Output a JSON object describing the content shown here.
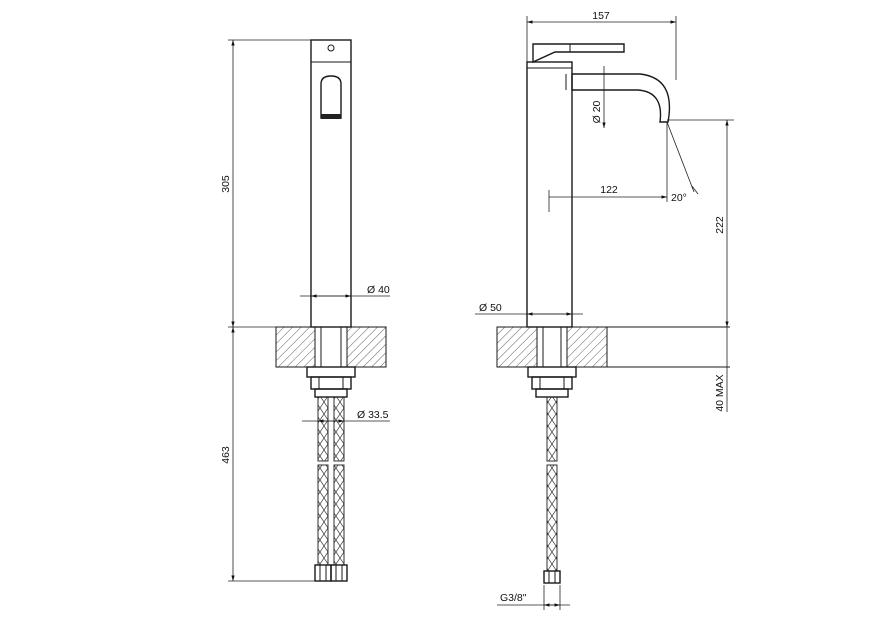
{
  "dimensions": {
    "front_height_upper": "305",
    "front_height_lower": "463",
    "front_body_diameter": "Ø 40",
    "front_hose_diameter": "Ø 33.5",
    "side_overall_reach": "157",
    "side_spout_diameter": "Ø 20",
    "side_spout_reach": "122",
    "side_angle": "20°",
    "side_spout_height": "222",
    "side_body_diameter": "Ø 50",
    "side_counter_thickness": "40 MAX",
    "side_connection_thread": "G3/8\""
  }
}
